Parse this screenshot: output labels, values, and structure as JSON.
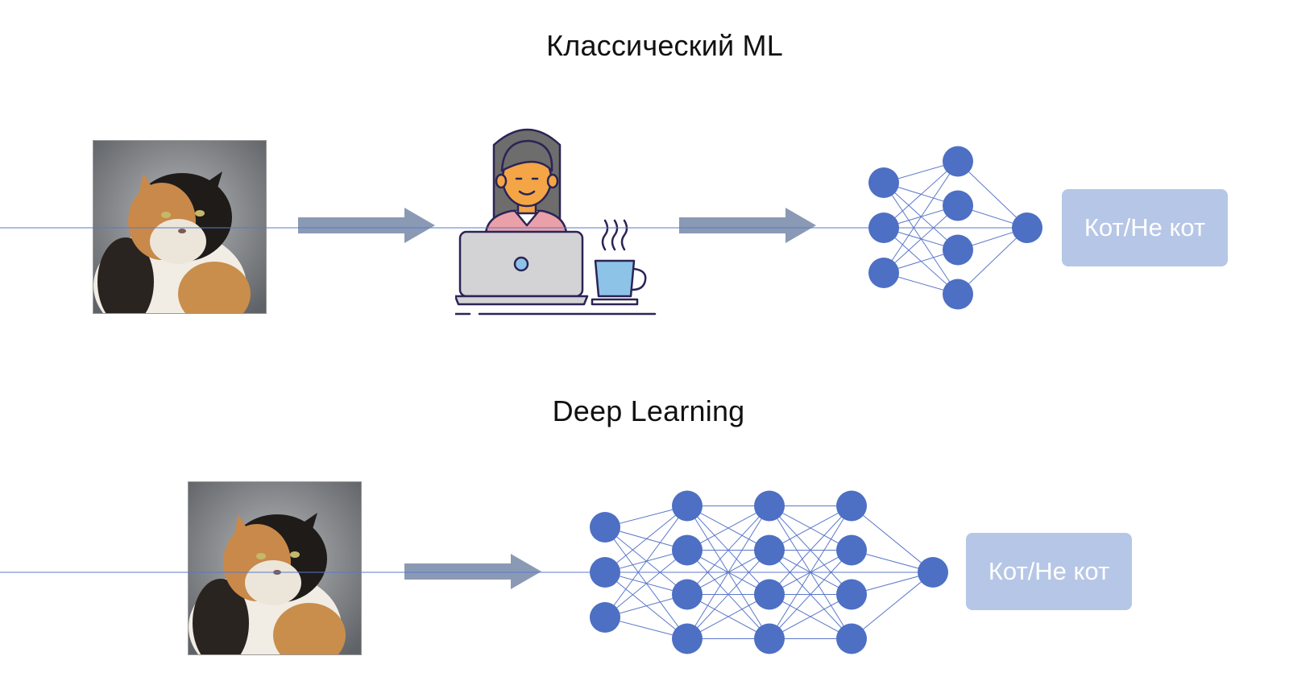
{
  "titles": {
    "classic_ml": "Классический ML",
    "deep_learning": "Deep Learning"
  },
  "outputs": {
    "classic_ml_label": "Кот/Не кот",
    "deep_learning_label": "Кот/Не кот"
  },
  "icons": {
    "cat_photo": "cat-photo",
    "arrow": "arrow-right-icon",
    "person": "person-at-laptop-icon",
    "coffee": "coffee-cup-icon"
  },
  "networks": {
    "classic_ml": {
      "layers": [
        3,
        4,
        1
      ]
    },
    "deep_learning": {
      "layers": [
        3,
        4,
        4,
        4,
        1
      ]
    }
  },
  "colors": {
    "node": "#4d6fc4",
    "edge": "#5b78c9",
    "arrow": "#8a9ab5",
    "output_box": "#b6c6e6"
  }
}
